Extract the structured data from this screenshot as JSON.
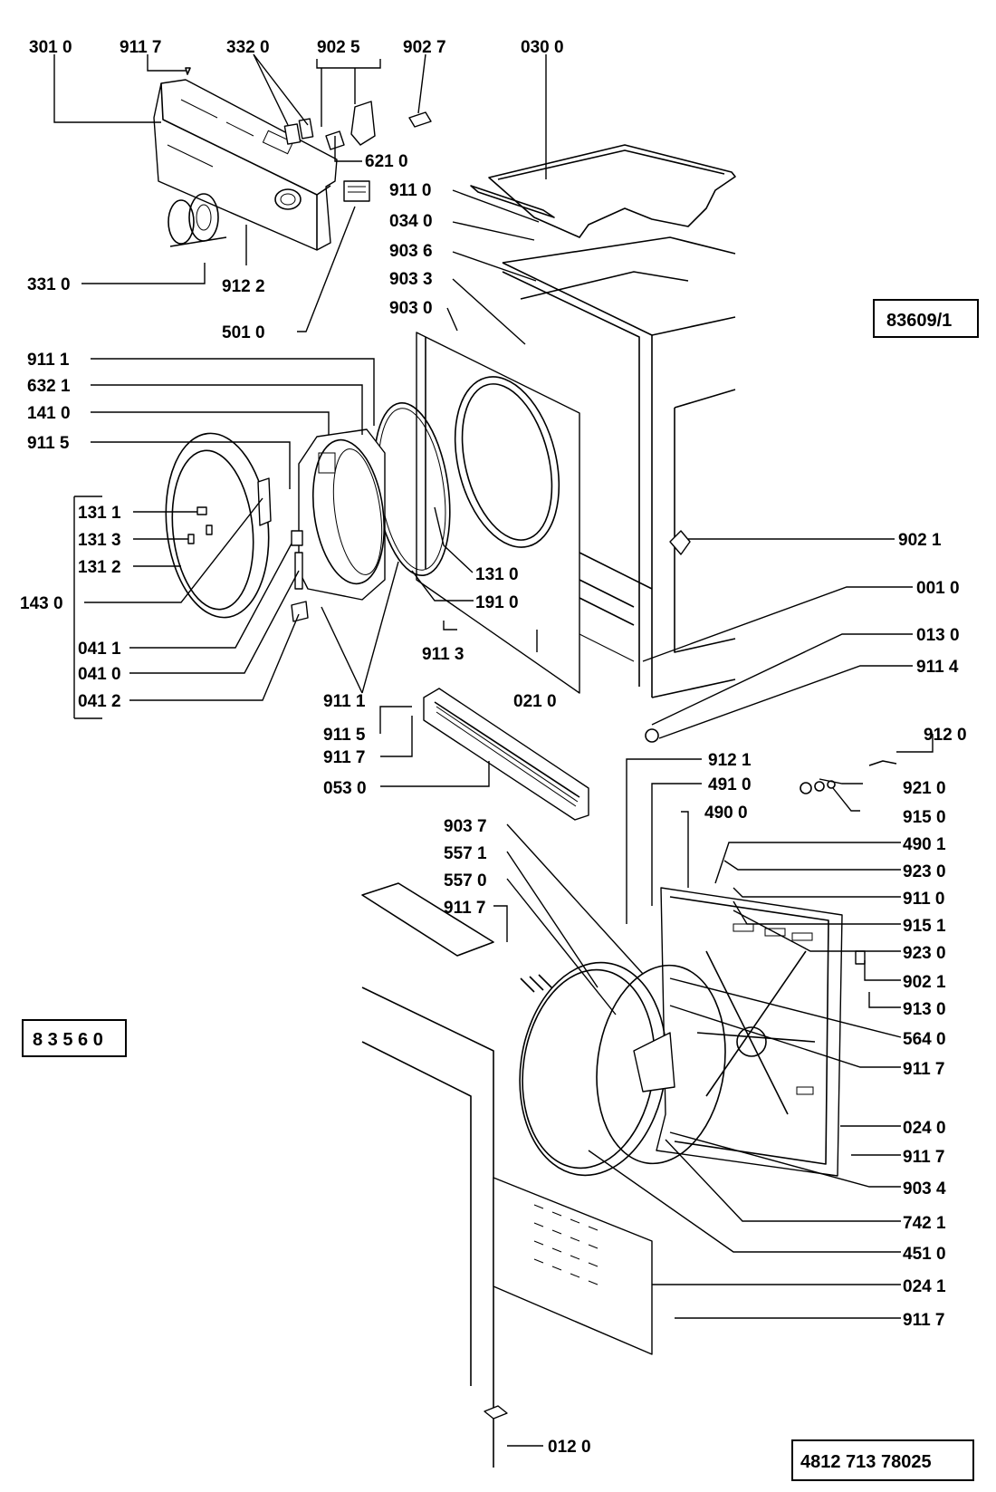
{
  "reference_boxes": {
    "diagram_id": "83609/1",
    "model": "8 3 5 6 0",
    "part_number": "4812 713 78025"
  },
  "part_labels": [
    "301 0",
    "911 7",
    "332 0",
    "902 5",
    "902 7",
    "030 0",
    "621 0",
    "911 0",
    "034 0",
    "903 6",
    "903 3",
    "903 0",
    "331 0",
    "912 2",
    "501 0",
    "911 1",
    "632 1",
    "141 0",
    "911 5",
    "131 1",
    "131 3",
    "131 2",
    "143 0",
    "131 0",
    "191 0",
    "902 1",
    "001 0",
    "013 0",
    "911 4",
    "911 3",
    "021 0",
    "041 1",
    "041 0",
    "041 2",
    "911 1",
    "911 5",
    "911 7",
    "053 0",
    "912 0",
    "912 1",
    "491 0",
    "921 0",
    "490 0",
    "915 0",
    "490 1",
    "923 0",
    "911 0",
    "915 1",
    "923 0",
    "902 1",
    "913 0",
    "564 0",
    "911 7",
    "024 0",
    "911 7",
    "903 4",
    "742 1",
    "451 0",
    "024 1",
    "911 7",
    "903 7",
    "557 1",
    "557 0",
    "911 7",
    "012 0"
  ]
}
